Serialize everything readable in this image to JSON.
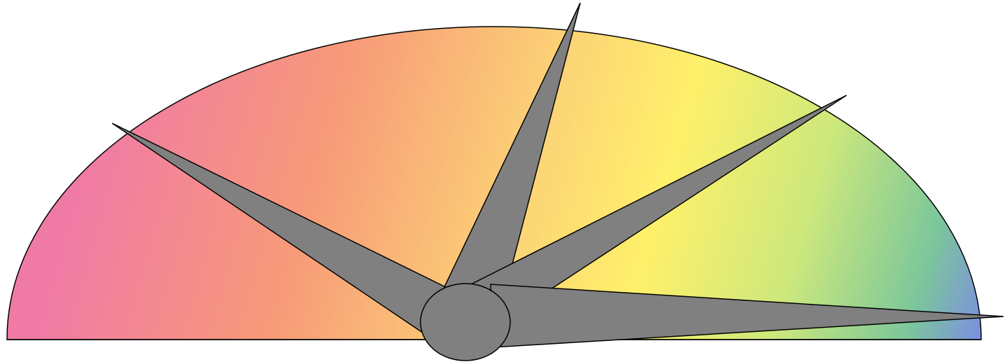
{
  "gauge": {
    "gradient_colors": [
      "#f07aa6",
      "#f79a78",
      "#fcd476",
      "#fff06a",
      "#cde87c",
      "#7cc79a",
      "#7c8fe0"
    ],
    "needle_color": "#808080",
    "outline_color": "#000000",
    "hub_color": "#808080",
    "needles": [
      {
        "name": "needle-left"
      },
      {
        "name": "needle-top"
      },
      {
        "name": "needle-upper-right"
      },
      {
        "name": "needle-right"
      }
    ]
  }
}
